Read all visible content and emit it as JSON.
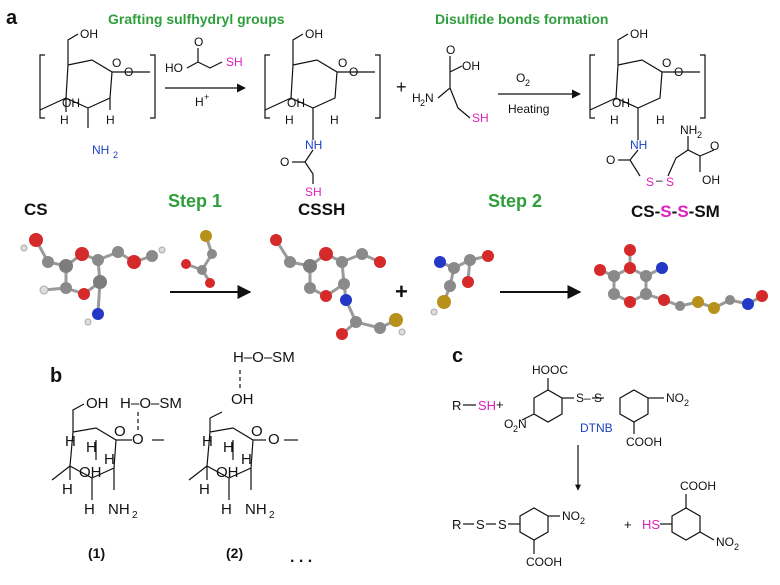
{
  "panels": {
    "a": "a",
    "b": "b",
    "c": "c"
  },
  "panel_a": {
    "header_left": "Grafting sulfhydryl groups",
    "header_right": "Disulfide bonds formation",
    "step1": "Step 1",
    "step2": "Step 2",
    "plus": "+",
    "labels": {
      "cs": "CS",
      "cssh": "CSSH",
      "product_cs": "CS",
      "product_s": "S",
      "product_sm": "SM"
    },
    "reagents": {
      "acid_catalyst": "H+",
      "oxidant": "O2",
      "condition": "Heating"
    }
  },
  "panel_b": {
    "labels": [
      "(1)",
      "(2)"
    ],
    "ellipsis": ". . ."
  },
  "panel_c": {
    "dtnb": "DTNB"
  },
  "colors": {
    "header_green": "#2f9e3c",
    "thiol_magenta": "#e11fbf",
    "amine_blue": "#1a3fc4",
    "oxygen_red": "#d42a2a",
    "sulfur_gold": "#b8901c"
  }
}
